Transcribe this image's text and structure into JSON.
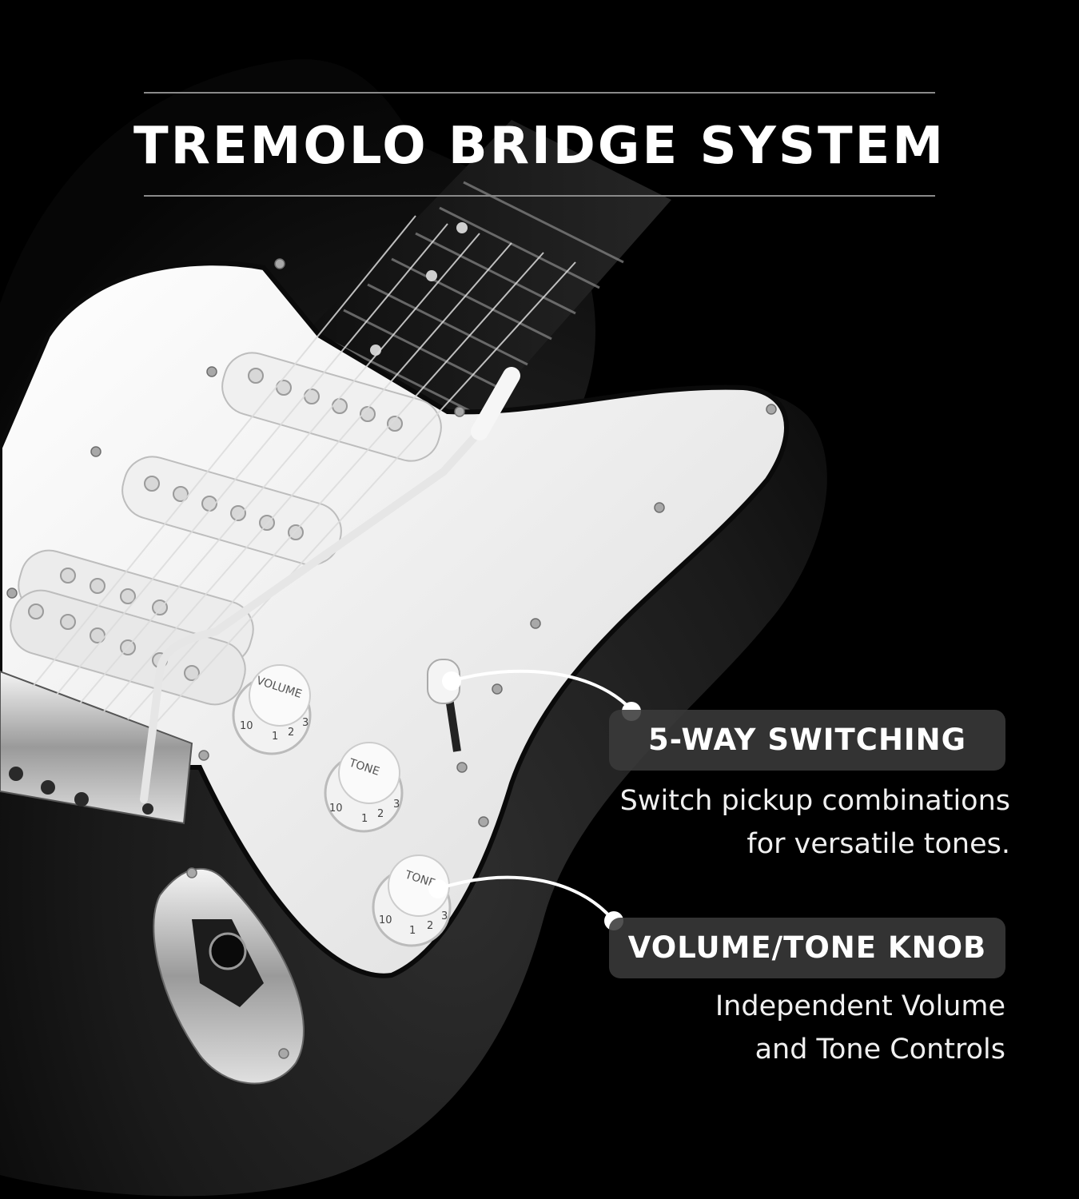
{
  "headline": {
    "title": "TREMOLO BRIDGE SYSTEM"
  },
  "callouts": [
    {
      "label": "5-WAY SWITCHING",
      "lines": [
        "Switch pickup combinations",
        "for versatile tones."
      ]
    },
    {
      "label": "VOLUME/TONE KNOB",
      "lines": [
        "Independent Volume",
        "and Tone Controls"
      ]
    }
  ],
  "knobs": {
    "volume_label": "VOLUME",
    "tone_label": "TONE",
    "tone2_label": "TONE",
    "numbers": [
      "10",
      "1",
      "2",
      "3"
    ]
  },
  "colors": {
    "background": "#000000",
    "body": "#1c1c1c",
    "pickguard": "#f2f2f2",
    "pill": "#3a3a3a",
    "text": "#ffffff"
  }
}
